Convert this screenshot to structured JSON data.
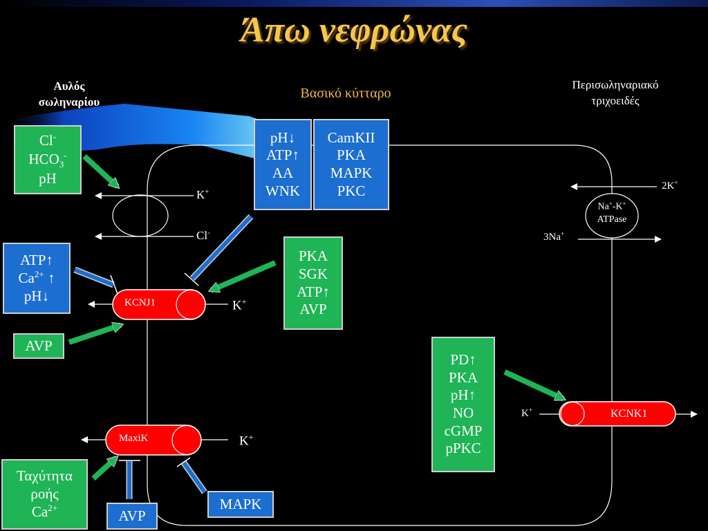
{
  "title": "Άπω νεφρώνας",
  "labels": {
    "lumen_line1": "Αυλός",
    "lumen_line2": "σωληναρίου",
    "cell": "Βασικό  κύτταρο",
    "capillary_line1": "Περισωληναριακό",
    "capillary_line2": "τριχοειδές"
  },
  "boxes": {
    "anion": [
      "Cl",
      "HCO",
      "pH"
    ],
    "top_ph": [
      "pH↓",
      "ATP↑",
      "AA",
      "WNK"
    ],
    "top_kinase": [
      "CamKII",
      "PKA",
      "MAPK",
      "PKC"
    ],
    "atp_ca": [
      "ATP↑",
      "Ca",
      "pH↓"
    ],
    "avp_left": "AVP",
    "pka_sgk": [
      "PKA",
      "SGK",
      "ATP↑",
      "AVP"
    ],
    "pd": [
      "PD↑",
      "PKA",
      "pH↑",
      "NO",
      "cGMP",
      "pPKC"
    ],
    "flow": [
      "Ταχύτητα",
      "ροής",
      "Ca"
    ],
    "avp_bottom": "AVP",
    "mapk_bottom": "MAPK"
  },
  "channels": {
    "kcnj1": "KCNJ1",
    "maxik": "MaxiK",
    "kcnk1": "KCNK1",
    "pump_line1": "Na",
    "pump_line2": "ATPase"
  },
  "ions": {
    "k": "K",
    "cl": "Cl",
    "two_k": "2K",
    "three_na": "3Na"
  },
  "colors": {
    "title": "#f4c64a",
    "green_box": "#1fb455",
    "blue_box": "#1c6ed0",
    "channel": "#ff0000"
  }
}
